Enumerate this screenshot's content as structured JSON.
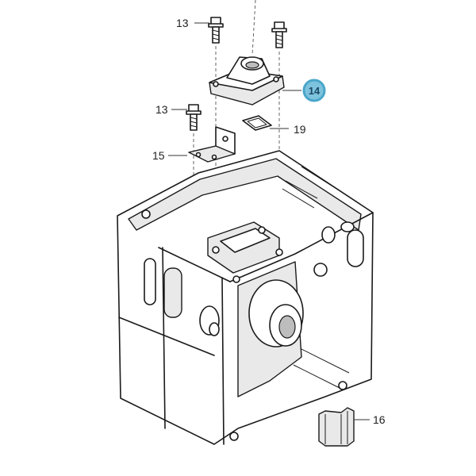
{
  "diagram": {
    "callouts": [
      {
        "id": "c13a",
        "text": "13"
      },
      {
        "id": "c14",
        "text": "14",
        "highlight_color": "#4aa6c9"
      },
      {
        "id": "c13b",
        "text": "13"
      },
      {
        "id": "c19",
        "text": "19"
      },
      {
        "id": "c15",
        "text": "15"
      },
      {
        "id": "c16",
        "text": "16"
      }
    ]
  }
}
